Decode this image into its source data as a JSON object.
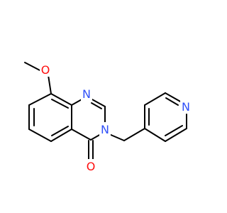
{
  "molecule": {
    "atoms": {
      "methoxy_o": {
        "symbol": "O",
        "color": "#FF0D0D"
      },
      "n1": {
        "symbol": "N",
        "color": "#3050F8"
      },
      "n3": {
        "symbol": "N",
        "color": "#3050F8"
      },
      "carbonyl_o": {
        "symbol": "O",
        "color": "#FF0D0D"
      },
      "pyridine_n": {
        "symbol": "N",
        "color": "#3050F8"
      }
    },
    "bond_color": "#000000"
  }
}
